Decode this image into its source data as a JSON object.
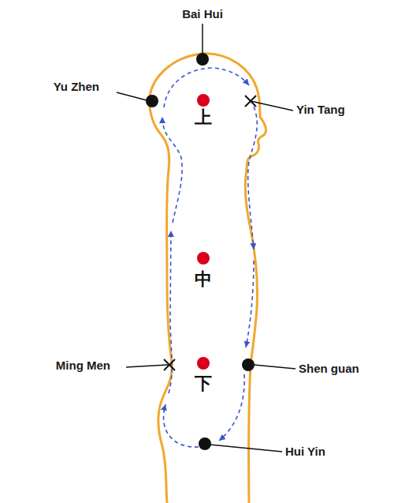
{
  "diagram": {
    "labels": [
      "Bai Hui",
      "Yu Zhen",
      "Yin Tang",
      "Ming Men",
      "Shen guan",
      "Hui Yin",
      "上",
      "中",
      "下"
    ]
  }
}
